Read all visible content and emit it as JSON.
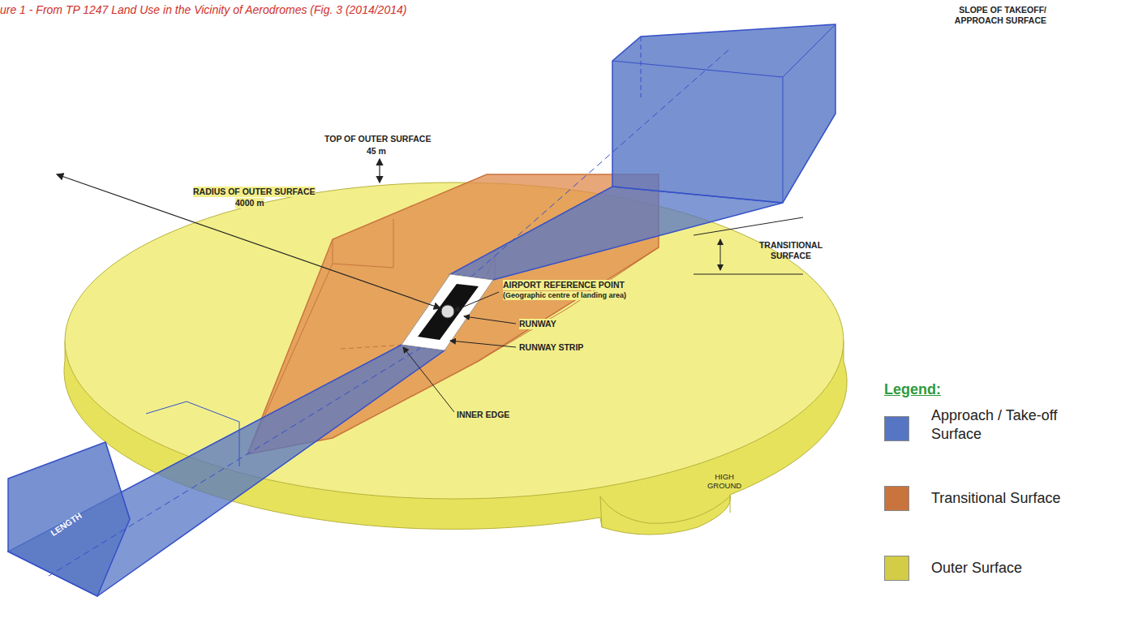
{
  "diagram": {
    "caption": "ure 1 - From TP 1247 Land Use in the Vicinity of Aerodromes (Fig. 3 (2014/2014)",
    "labels": [
      "SLOPE OF TAKEOFF/ APPROACH SURFACE",
      "TOP OF OUTER SURFACE",
      "45 m",
      "RADIUS OF OUTER SURFACE",
      "4000 m",
      "TRANSITIONAL SURFACE",
      "AIRPORT REFERENCE POINT",
      "(Geographic centre of landing area)",
      "RUNWAY",
      "RUNWAY STRIP",
      "INNER EDGE",
      "HIGH GROUND",
      "LENGTH",
      "Legend:"
    ],
    "legend": [
      {
        "text": "Approach / Take-off Surface",
        "color": "#5676c4"
      },
      {
        "text": "Transitional Surface",
        "color": "#c9743d"
      },
      {
        "text": "Outer Surface",
        "color": "#d2cc47"
      }
    ]
  }
}
